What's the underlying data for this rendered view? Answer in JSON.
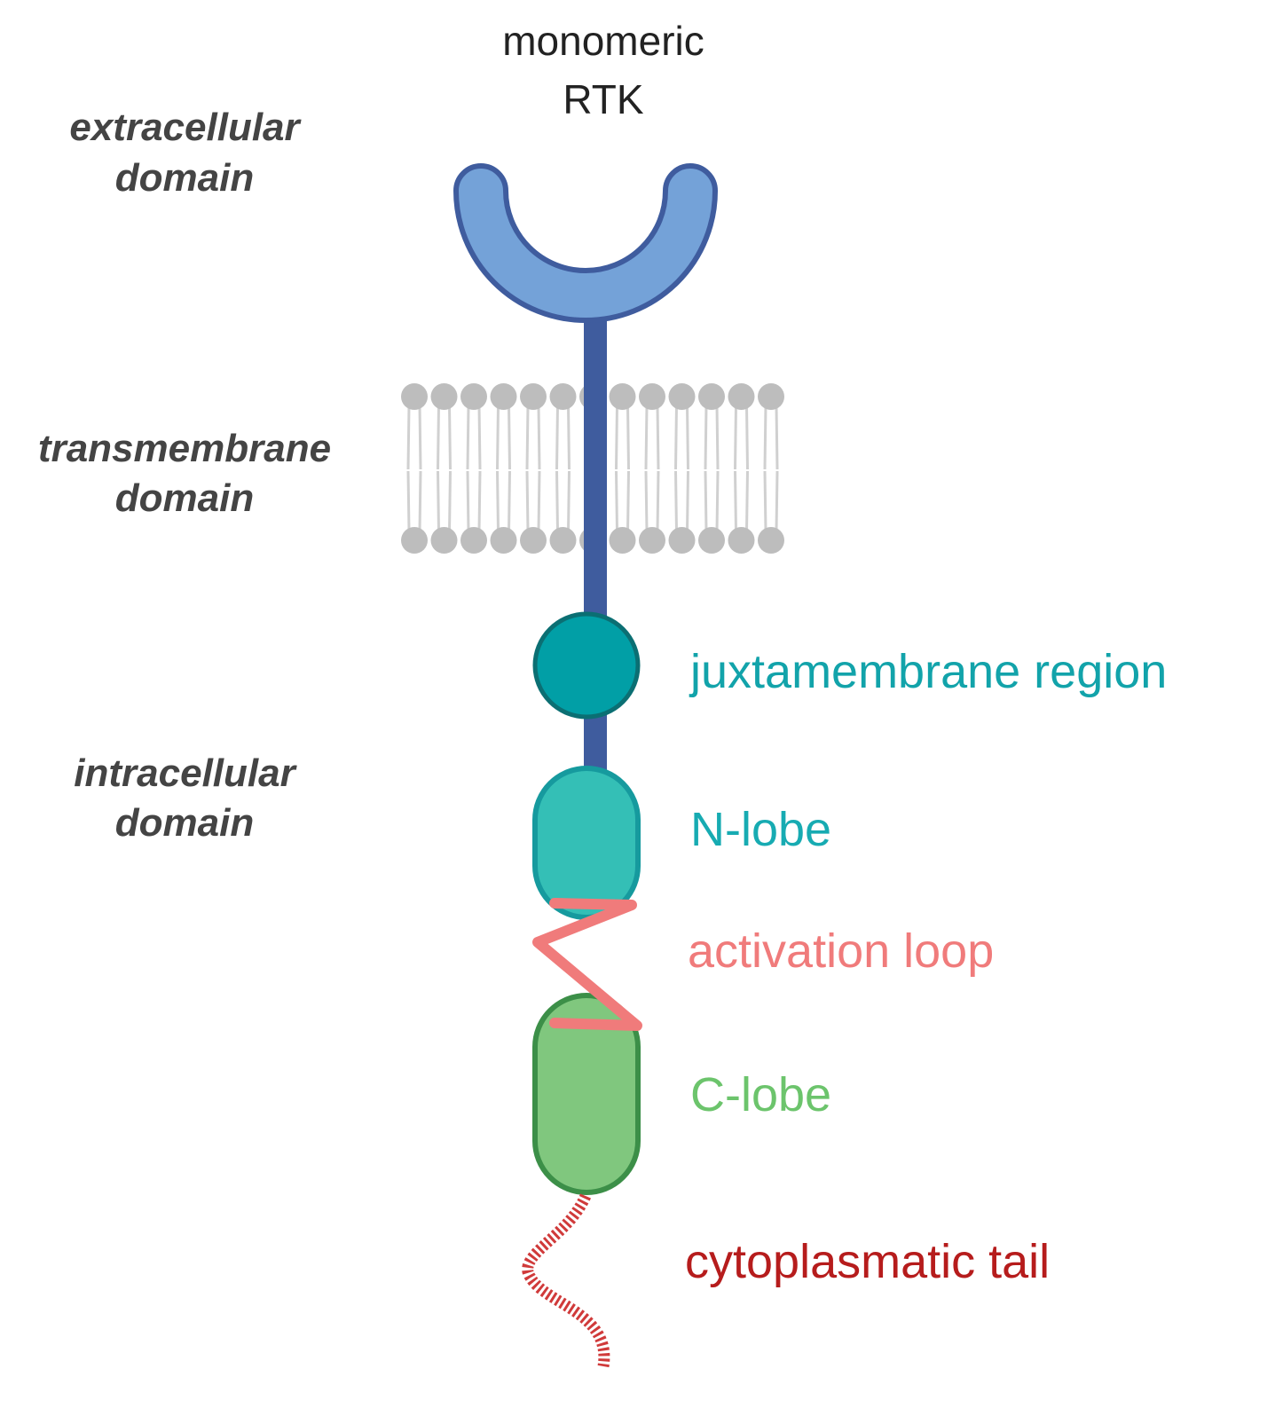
{
  "title": {
    "line1": "monomeric",
    "line2": "RTK"
  },
  "domains": {
    "extracellular": {
      "line1": "extracellular",
      "line2": "domain"
    },
    "transmembrane": {
      "line1": "transmembrane",
      "line2": "domain"
    },
    "intracellular": {
      "line1": "intracellular",
      "line2": "domain"
    }
  },
  "parts": {
    "juxtamembrane": {
      "label": "juxtamembrane region",
      "color": "#12A3AA"
    },
    "n_lobe": {
      "label": "N-lobe",
      "color": "#17ABB2"
    },
    "activation_loop": {
      "label": "activation loop",
      "color": "#F07B7B"
    },
    "c_lobe": {
      "label": "C-lobe",
      "color": "#6CC46C"
    },
    "cytoplasmic_tail": {
      "label": "cytoplasmatic tail",
      "color": "#B61C1C"
    }
  },
  "colors": {
    "receptor_light_blue": "#74A2D8",
    "receptor_dark_blue": "#3F5C9E",
    "membrane_gray": "#BDBDBD",
    "juxtamembrane_fill": "#019FA6",
    "n_lobe_fill": "#34BFB6",
    "c_lobe_fill": "#80C77E",
    "tail_red": "#D03A3A"
  }
}
